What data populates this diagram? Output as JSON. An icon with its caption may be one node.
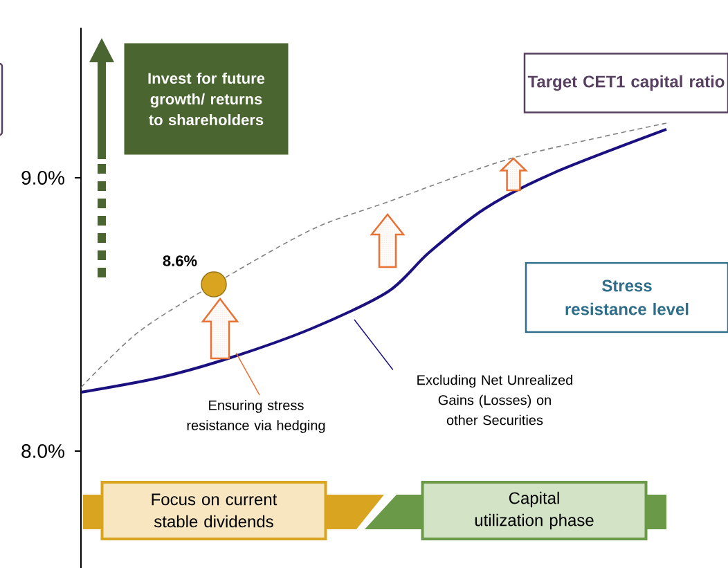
{
  "diagram": {
    "nodes": [
      {
        "text": [
          "Invest for future growth/ returns to shareholders"
        ]
      },
      {
        "text": [
          "Target CET1 capital ratio"
        ]
      },
      {
        "text": [],
        "shape": "circle",
        "beside": [
          "8.6%"
        ]
      },
      {
        "text": [
          "Stress resistance level"
        ]
      },
      {
        "text": [],
        "shape": "arrow"
      },
      {
        "text": [],
        "shape": "arrow"
      },
      {
        "text": [],
        "shape": "arrow"
      },
      {
        "text": [
          "Ensuring stress resistance via hedging"
        ]
      },
      {
        "text": [
          "Excluding Net Unrealized Gains (Losses) on other Securities"
        ]
      },
      {
        "text": [
          "Focus on current stable dividends"
        ]
      },
      {
        "text": [
          "Capital utilization phase"
        ]
      }
    ],
    "edges": [
      {
        "from": 7,
        "to": 4,
        "arrow": "none",
        "color": "#e87030"
      },
      {
        "from": 8,
        "to": null,
        "arrow": "none",
        "color": "#1a1080"
      }
    ],
    "labels": [
      "9.0%",
      "8.0%"
    ]
  }
}
